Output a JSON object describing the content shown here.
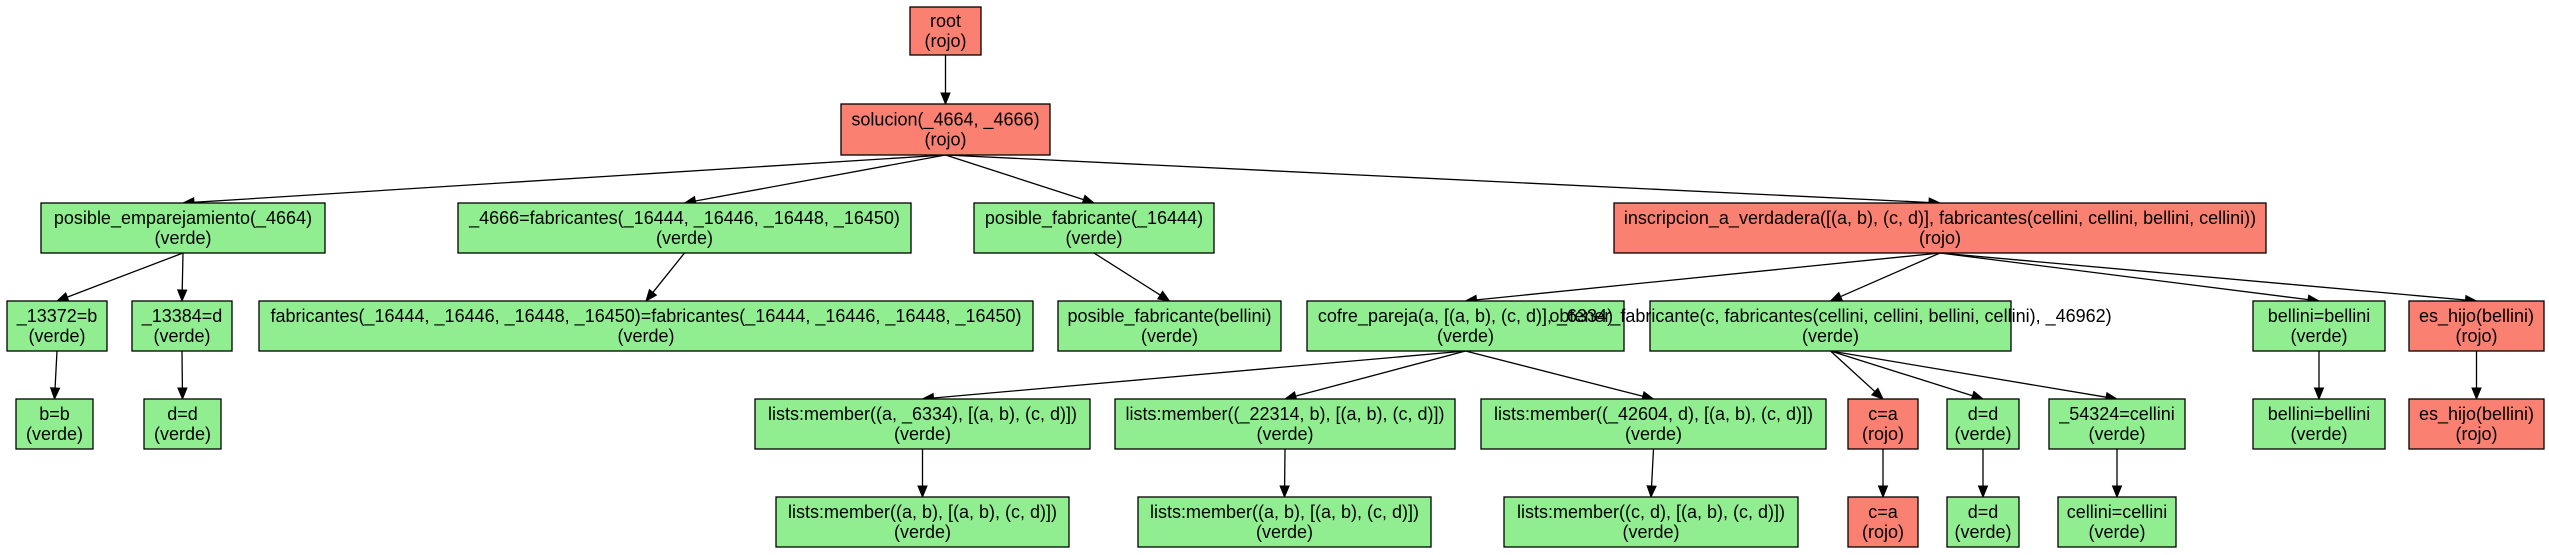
{
  "colors": {
    "rojo": "#fa8072",
    "verde": "#90ee90",
    "stroke": "#000000"
  },
  "nodes": {
    "n_root": {
      "line1": "root",
      "line2": "(rojo)",
      "status": "rojo"
    },
    "n_sol": {
      "line1": "solucion(_4664, _4666)",
      "line2": "(rojo)",
      "status": "rojo"
    },
    "n_pe": {
      "line1": "posible_emparejamiento(_4664)",
      "line2": "(verde)",
      "status": "verde"
    },
    "n_fab": {
      "line1": "_4666=fabricantes(_16444, _16446, _16448, _16450)",
      "line2": "(verde)",
      "status": "verde"
    },
    "n_pf": {
      "line1": "posible_fabricante(_16444)",
      "line2": "(verde)",
      "status": "verde"
    },
    "n_iv": {
      "line1": "inscripcion_a_verdadera([(a, b), (c, d)], fabricantes(cellini, cellini, bellini, cellini))",
      "line2": "(rojo)",
      "status": "rojo"
    },
    "n_13372": {
      "line1": "_13372=b",
      "line2": "(verde)",
      "status": "verde"
    },
    "n_13384": {
      "line1": "_13384=d",
      "line2": "(verde)",
      "status": "verde"
    },
    "n_bb": {
      "line1": "b=b",
      "line2": "(verde)",
      "status": "verde"
    },
    "n_dd1": {
      "line1": "d=d",
      "line2": "(verde)",
      "status": "verde"
    },
    "n_fabeq": {
      "line1": "fabricantes(_16444, _16446, _16448, _16450)=fabricantes(_16444, _16446, _16448, _16450)",
      "line2": "(verde)",
      "status": "verde"
    },
    "n_pfb": {
      "line1": "posible_fabricante(bellini)",
      "line2": "(verde)",
      "status": "verde"
    },
    "n_cofre": {
      "line1": "cofre_pareja(a, [(a, b), (c, d)], _6334)",
      "line2": "(verde)",
      "status": "verde"
    },
    "n_obt": {
      "line1": "obtener_fabricante(c, fabricantes(cellini, cellini, bellini, cellini), _46962)",
      "line2": "(verde)",
      "status": "verde"
    },
    "n_bel": {
      "line1": "bellini=bellini",
      "line2": "(verde)",
      "status": "verde"
    },
    "n_hijo": {
      "line1": "es_hijo(bellini)",
      "line2": "(rojo)",
      "status": "rojo"
    },
    "n_lm1": {
      "line1": "lists:member((a, _6334), [(a, b), (c, d)])",
      "line2": "(verde)",
      "status": "verde"
    },
    "n_lm2": {
      "line1": "lists:member((_22314, b), [(a, b), (c, d)])",
      "line2": "(verde)",
      "status": "verde"
    },
    "n_lm3": {
      "line1": "lists:member((_42604, d), [(a, b), (c, d)])",
      "line2": "(verde)",
      "status": "verde"
    },
    "n_ca1": {
      "line1": "c=a",
      "line2": "(rojo)",
      "status": "rojo"
    },
    "n_dd2": {
      "line1": "d=d",
      "line2": "(verde)",
      "status": "verde"
    },
    "n_54324": {
      "line1": "_54324=cellini",
      "line2": "(verde)",
      "status": "verde"
    },
    "n_bel2": {
      "line1": "bellini=bellini",
      "line2": "(verde)",
      "status": "verde"
    },
    "n_hijo2": {
      "line1": "es_hijo(bellini)",
      "line2": "(rojo)",
      "status": "rojo"
    },
    "n_lm1b": {
      "line1": "lists:member((a, b), [(a, b), (c, d)])",
      "line2": "(verde)",
      "status": "verde"
    },
    "n_lm2b": {
      "line1": "lists:member((a, b), [(a, b), (c, d)])",
      "line2": "(verde)",
      "status": "verde"
    },
    "n_lm3b": {
      "line1": "lists:member((c, d), [(a, b), (c, d)])",
      "line2": "(verde)",
      "status": "verde"
    },
    "n_ca2": {
      "line1": "c=a",
      "line2": "(rojo)",
      "status": "rojo"
    },
    "n_dd3": {
      "line1": "d=d",
      "line2": "(verde)",
      "status": "verde"
    },
    "n_cel": {
      "line1": "cellini=cellini",
      "line2": "(verde)",
      "status": "verde"
    }
  },
  "edges": [
    [
      "n_root",
      "n_sol"
    ],
    [
      "n_sol",
      "n_pe"
    ],
    [
      "n_sol",
      "n_fab"
    ],
    [
      "n_sol",
      "n_pf"
    ],
    [
      "n_sol",
      "n_iv"
    ],
    [
      "n_pe",
      "n_13372"
    ],
    [
      "n_pe",
      "n_13384"
    ],
    [
      "n_13372",
      "n_bb"
    ],
    [
      "n_13384",
      "n_dd1"
    ],
    [
      "n_fab",
      "n_fabeq"
    ],
    [
      "n_pf",
      "n_pfb"
    ],
    [
      "n_iv",
      "n_cofre"
    ],
    [
      "n_iv",
      "n_obt"
    ],
    [
      "n_iv",
      "n_bel"
    ],
    [
      "n_iv",
      "n_hijo"
    ],
    [
      "n_cofre",
      "n_lm1"
    ],
    [
      "n_cofre",
      "n_lm2"
    ],
    [
      "n_cofre",
      "n_lm3"
    ],
    [
      "n_obt",
      "n_ca1"
    ],
    [
      "n_obt",
      "n_dd2"
    ],
    [
      "n_obt",
      "n_54324"
    ],
    [
      "n_bel",
      "n_bel2"
    ],
    [
      "n_hijo",
      "n_hijo2"
    ],
    [
      "n_lm1",
      "n_lm1b"
    ],
    [
      "n_lm2",
      "n_lm2b"
    ],
    [
      "n_lm3",
      "n_lm3b"
    ],
    [
      "n_ca1",
      "n_ca2"
    ],
    [
      "n_dd2",
      "n_dd3"
    ],
    [
      "n_54324",
      "n_cel"
    ]
  ]
}
